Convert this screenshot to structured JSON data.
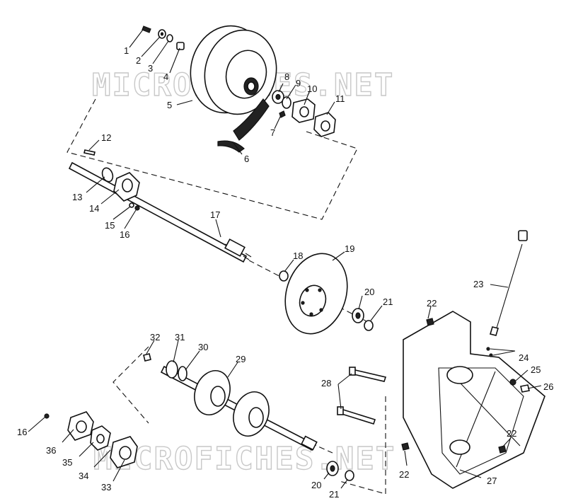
{
  "watermark": "MICROFICHES.NET",
  "parts": [
    {
      "num": "1"
    },
    {
      "num": "2"
    },
    {
      "num": "3"
    },
    {
      "num": "4"
    },
    {
      "num": "5"
    },
    {
      "num": "6"
    },
    {
      "num": "7"
    },
    {
      "num": "8"
    },
    {
      "num": "9"
    },
    {
      "num": "10"
    },
    {
      "num": "11"
    },
    {
      "num": "12"
    },
    {
      "num": "13"
    },
    {
      "num": "14"
    },
    {
      "num": "15"
    },
    {
      "num": "16"
    },
    {
      "num": "17"
    },
    {
      "num": "18"
    },
    {
      "num": "19"
    },
    {
      "num": "20"
    },
    {
      "num": "21"
    },
    {
      "num": "22"
    },
    {
      "num": "23"
    },
    {
      "num": "24"
    },
    {
      "num": "25"
    },
    {
      "num": "26"
    },
    {
      "num": "27"
    },
    {
      "num": "28"
    },
    {
      "num": "29"
    },
    {
      "num": "30"
    },
    {
      "num": "31"
    },
    {
      "num": "32"
    },
    {
      "num": "33"
    },
    {
      "num": "34"
    },
    {
      "num": "35"
    },
    {
      "num": "36"
    },
    {
      "num": "16"
    },
    {
      "num": "20"
    },
    {
      "num": "21"
    },
    {
      "num": "22"
    },
    {
      "num": "22"
    },
    {
      "num": "22"
    }
  ]
}
